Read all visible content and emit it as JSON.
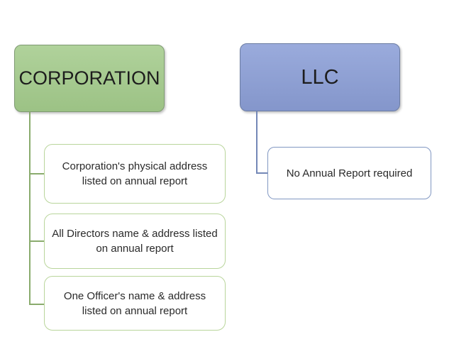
{
  "corporation_branch": {
    "title": "CORPORATION",
    "items": [
      {
        "label": "Corporation's physical address listed on annual report"
      },
      {
        "label": "All Directors name & address listed on annual report"
      },
      {
        "label": "One Officer's name & address listed on annual report"
      }
    ]
  },
  "llc_branch": {
    "title": "LLC",
    "items": [
      {
        "label": "No Annual Report required"
      }
    ]
  },
  "colors": {
    "corporation_fill_top": "#b0d29b",
    "corporation_fill_bottom": "#9cc285",
    "corporation_border": "#7f9a73",
    "corporation_connector": "#8aab6d",
    "corporation_child_border": "#b9d59b",
    "llc_fill_top": "#9aabdc",
    "llc_fill_bottom": "#8496cb",
    "llc_border": "#6c7da3",
    "llc_connector": "#7488b7",
    "llc_child_border": "#8197c2",
    "text_color": "#1d1d1d",
    "background": "#ffffff"
  }
}
